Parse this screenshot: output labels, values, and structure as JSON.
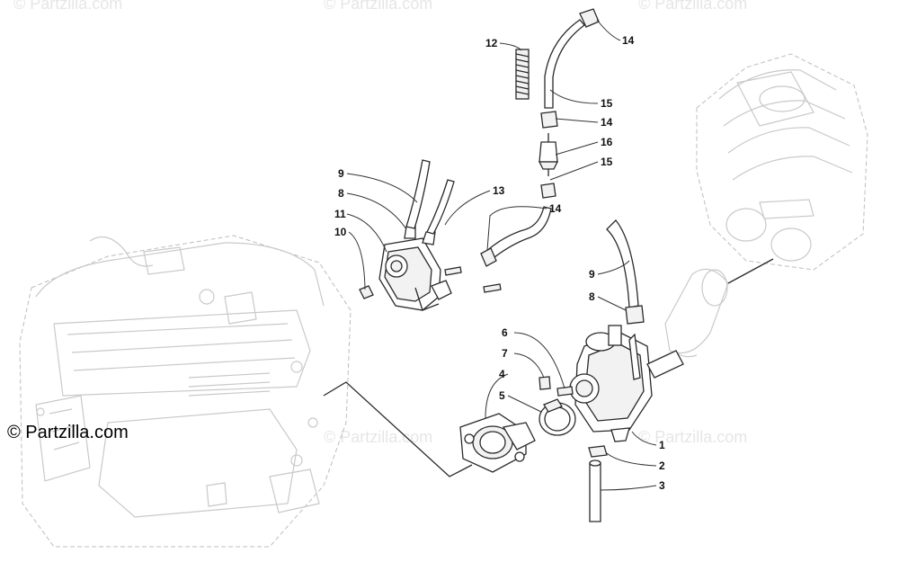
{
  "watermarks": [
    "© Partzilla.com",
    "© Partzilla.com",
    "© Partzilla.com",
    "© Partzilla.com",
    "© Partzilla.com"
  ],
  "copyright": "© Partzilla.com",
  "callouts": [
    "12",
    "14",
    "15",
    "14",
    "16",
    "15",
    "9",
    "8",
    "13",
    "11",
    "14",
    "10",
    "9",
    "8",
    "6",
    "7",
    "4",
    "5",
    "1",
    "2",
    "3"
  ]
}
